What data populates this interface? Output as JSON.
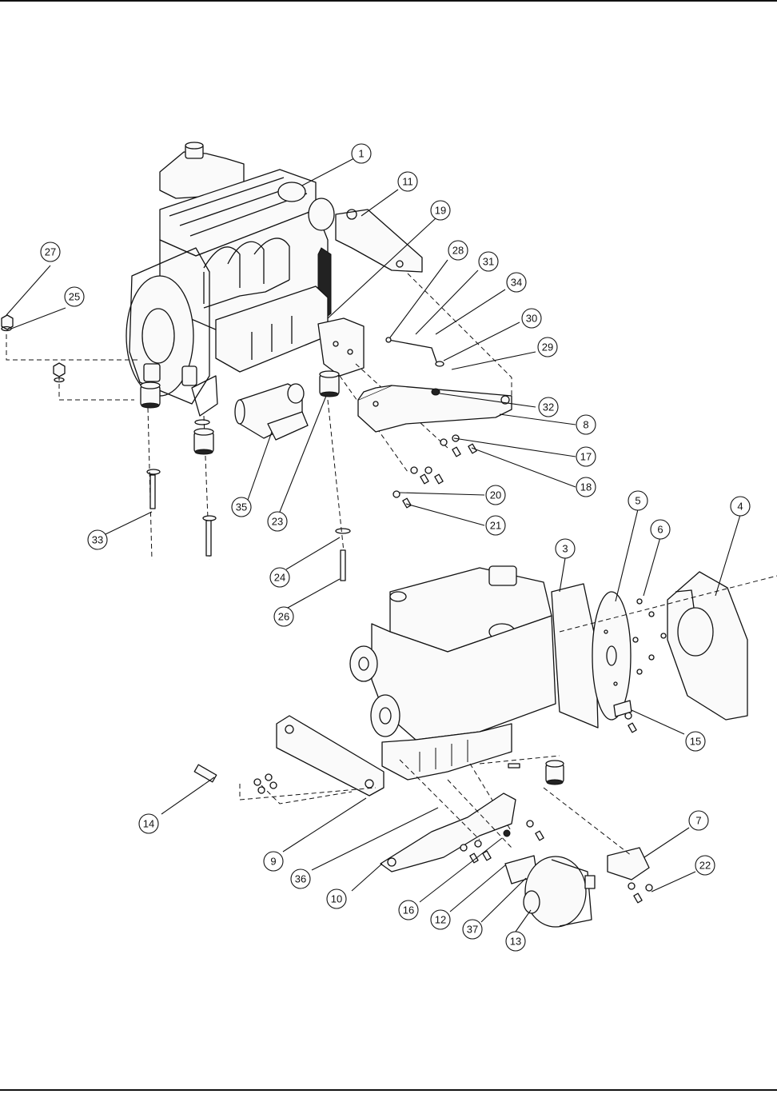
{
  "callouts": [
    "1",
    "3",
    "4",
    "5",
    "6",
    "7",
    "8",
    "9",
    "10",
    "11",
    "12",
    "13",
    "14",
    "15",
    "16",
    "17",
    "18",
    "19",
    "20",
    "21",
    "22",
    "23",
    "24",
    "25",
    "26",
    "27",
    "28",
    "29",
    "30",
    "31",
    "32",
    "33",
    "34",
    "35",
    "36",
    "37"
  ],
  "icons": {
    "upper_engine": "engine-assembly-icon",
    "lower_engine": "engine-block-icon",
    "starter": "starter-motor-icon",
    "alternator": "alternator-icon",
    "flywheel": "flexplate-icon",
    "bellhousing": "bellhousing-icon",
    "mount": "rubber-mount-icon",
    "bolt": "bolt-icon",
    "nut": "nut-icon"
  }
}
